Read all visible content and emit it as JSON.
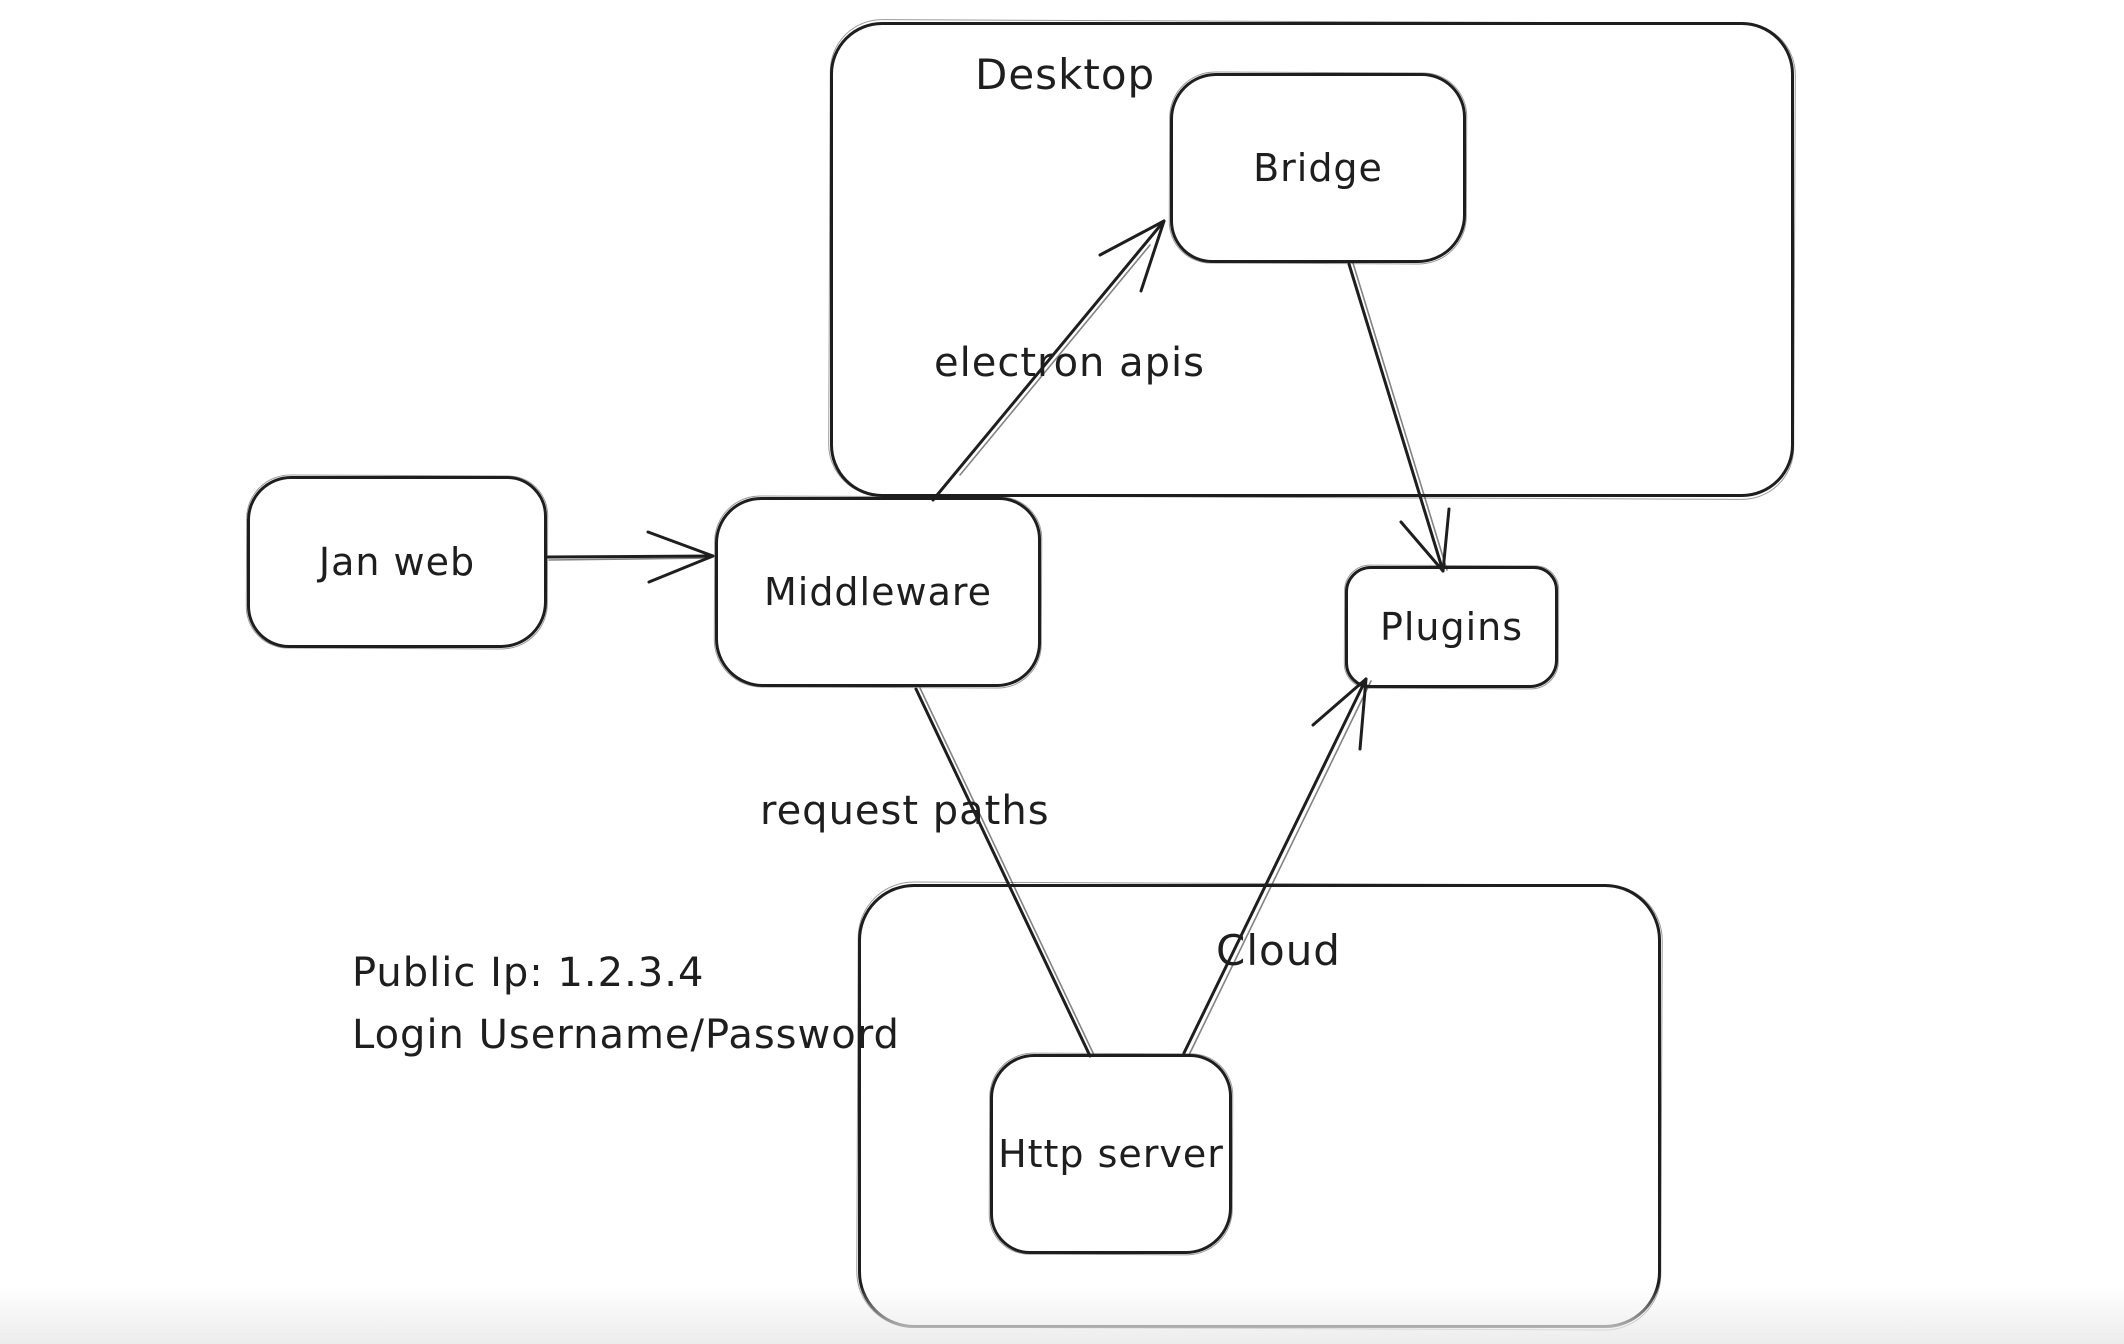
{
  "diagram": {
    "containers": [
      {
        "id": "desktop",
        "label": "Desktop"
      },
      {
        "id": "cloud",
        "label": "Cloud"
      }
    ],
    "nodes": [
      {
        "id": "jan_web",
        "label": "Jan web"
      },
      {
        "id": "middleware",
        "label": "Middleware"
      },
      {
        "id": "bridge",
        "label": "Bridge"
      },
      {
        "id": "plugins",
        "label": "Plugins"
      },
      {
        "id": "http_server",
        "label": "Http server"
      }
    ],
    "edges": [
      {
        "from": "jan_web",
        "to": "middleware",
        "label": "",
        "arrowhead": "end"
      },
      {
        "from": "middleware",
        "to": "bridge",
        "label": "electron apis",
        "arrowhead": "end"
      },
      {
        "from": "bridge",
        "to": "plugins",
        "label": "",
        "arrowhead": "end"
      },
      {
        "from": "middleware",
        "to": "http_server",
        "label": "request paths",
        "arrowhead": "none"
      },
      {
        "from": "http_server",
        "to": "plugins",
        "label": "",
        "arrowhead": "end"
      }
    ],
    "edge_labels": {
      "electron_apis": "electron apis",
      "request_paths": "request paths"
    },
    "annotations": {
      "public_ip": "Public Ip: 1.2.3.4",
      "login": "Login Username/Password"
    },
    "colors": {
      "stroke": "#1e1e1e",
      "background": "#ffffff",
      "bottom_fade": "#ececec"
    }
  }
}
